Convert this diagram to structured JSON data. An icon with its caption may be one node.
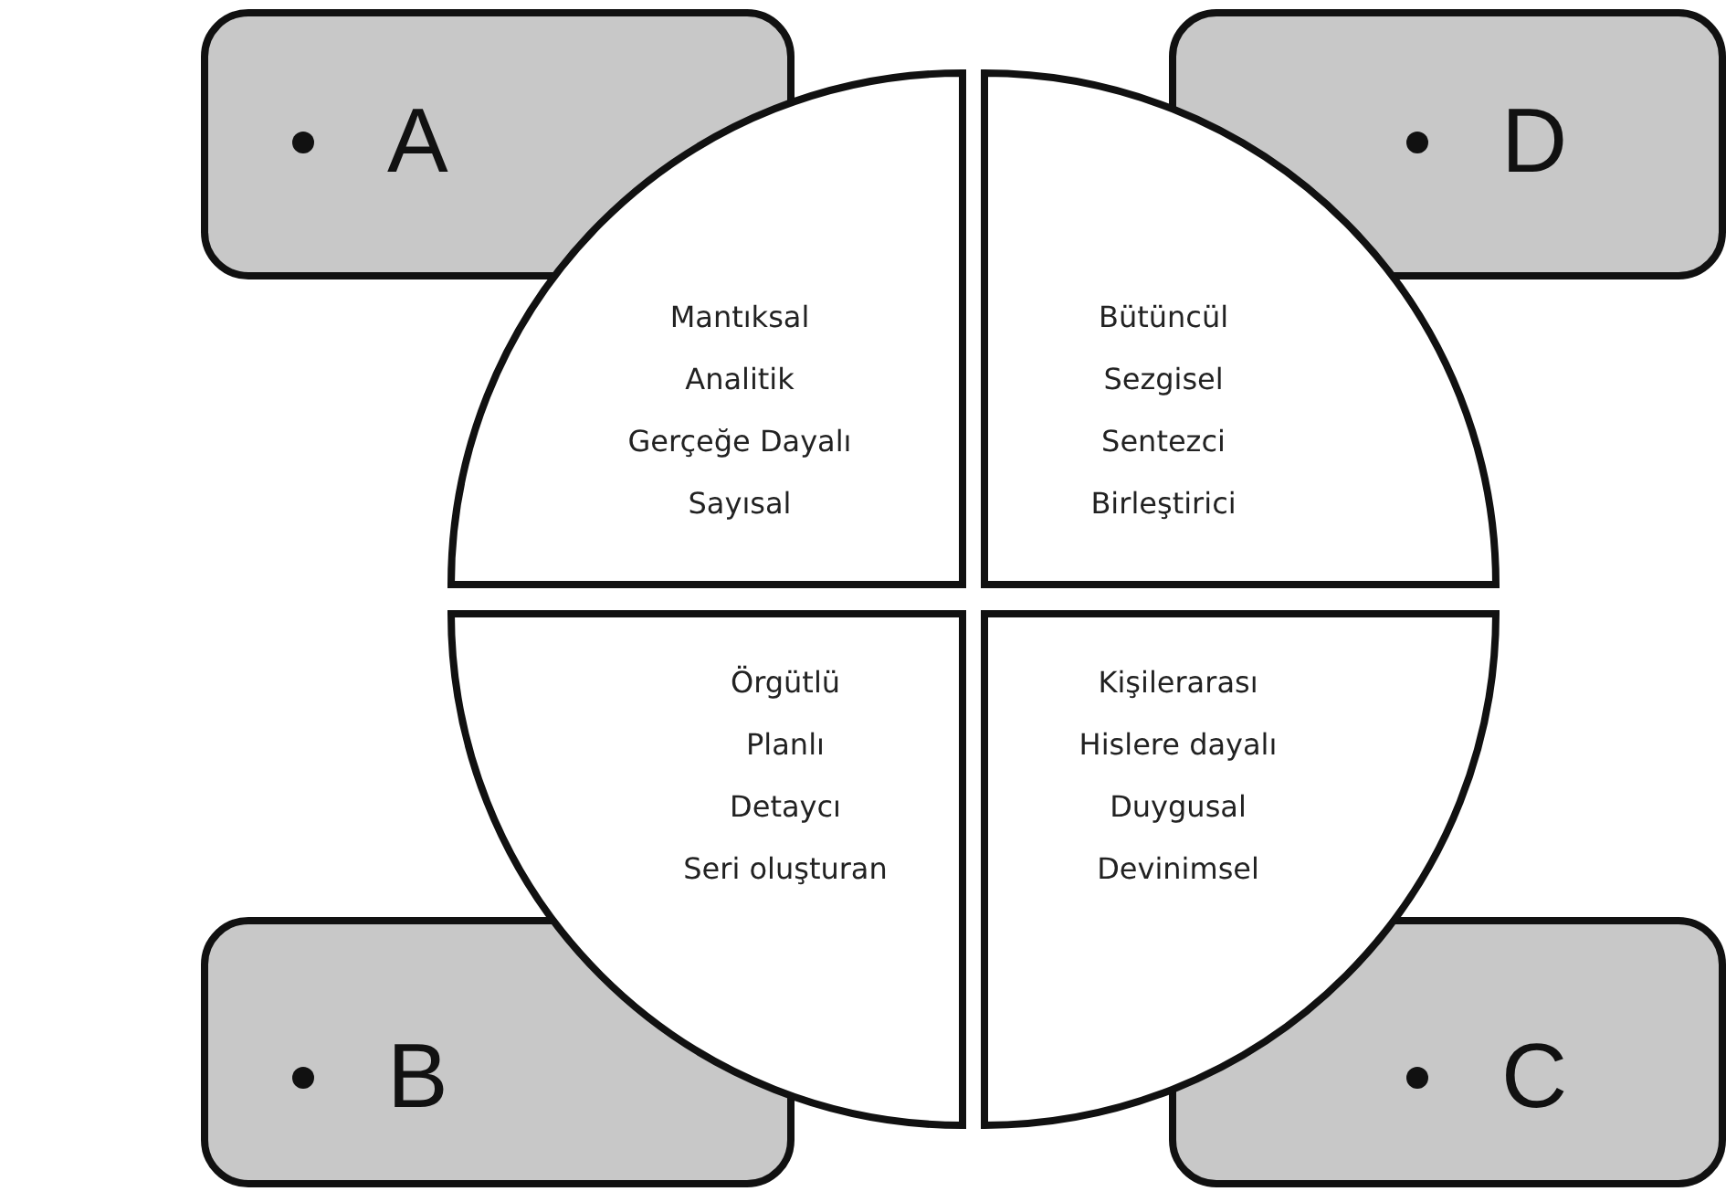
{
  "diagram": {
    "nodes": [
      {
        "text": [
          "A"
        ]
      },
      {
        "text": [
          "D"
        ]
      },
      {
        "text": [
          "Mantıksal",
          "Analitik",
          "Gerçeğe Dayalı",
          "Sayısal"
        ]
      },
      {
        "text": [
          "Bütüncül",
          "Sezgisel",
          "Sentezci",
          "Birleştirici"
        ]
      },
      {
        "text": [
          "Örgütlü",
          "Planlı",
          "Detaycı",
          "Seri oluşturan"
        ]
      },
      {
        "text": [
          "Kişilerarası",
          "Hislere dayalı",
          "Duygusal",
          "Devinimsel"
        ]
      },
      {
        "text": [
          "B"
        ]
      },
      {
        "text": [
          "C"
        ]
      }
    ]
  }
}
